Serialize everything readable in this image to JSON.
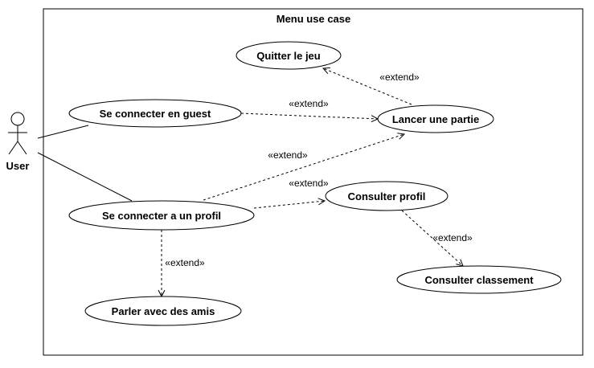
{
  "system": {
    "title": "Menu use case"
  },
  "actor": {
    "name": "User"
  },
  "use_cases": [
    {
      "id": "quit",
      "label": "Quitter le jeu"
    },
    {
      "id": "guest",
      "label": "Se connecter en guest"
    },
    {
      "id": "launch",
      "label": "Lancer une partie"
    },
    {
      "id": "profile_login",
      "label": "Se connecter a un profil"
    },
    {
      "id": "view_profile",
      "label": "Consulter profil"
    },
    {
      "id": "ranking",
      "label": "Consulter classement"
    },
    {
      "id": "friends",
      "label": "Parler avec des amis"
    }
  ],
  "relations": [
    {
      "type": "association",
      "from": "User",
      "to": "Se connecter en guest"
    },
    {
      "type": "association",
      "from": "User",
      "to": "Se connecter a un profil"
    },
    {
      "type": "extend",
      "label": "«extend»",
      "from": "Lancer une partie",
      "to": "Quitter le jeu"
    },
    {
      "type": "extend",
      "label": "«extend»",
      "from": "Se connecter en guest",
      "to": "Lancer une partie"
    },
    {
      "type": "extend",
      "label": "«extend»",
      "from": "Se connecter a un profil",
      "to": "Lancer une partie"
    },
    {
      "type": "extend",
      "label": "«extend»",
      "from": "Se connecter a un profil",
      "to": "Consulter profil"
    },
    {
      "type": "extend",
      "label": "«extend»",
      "from": "Consulter profil",
      "to": "Consulter classement"
    },
    {
      "type": "extend",
      "label": "«extend»",
      "from": "Se connecter a un profil",
      "to": "Parler avec des amis"
    }
  ]
}
